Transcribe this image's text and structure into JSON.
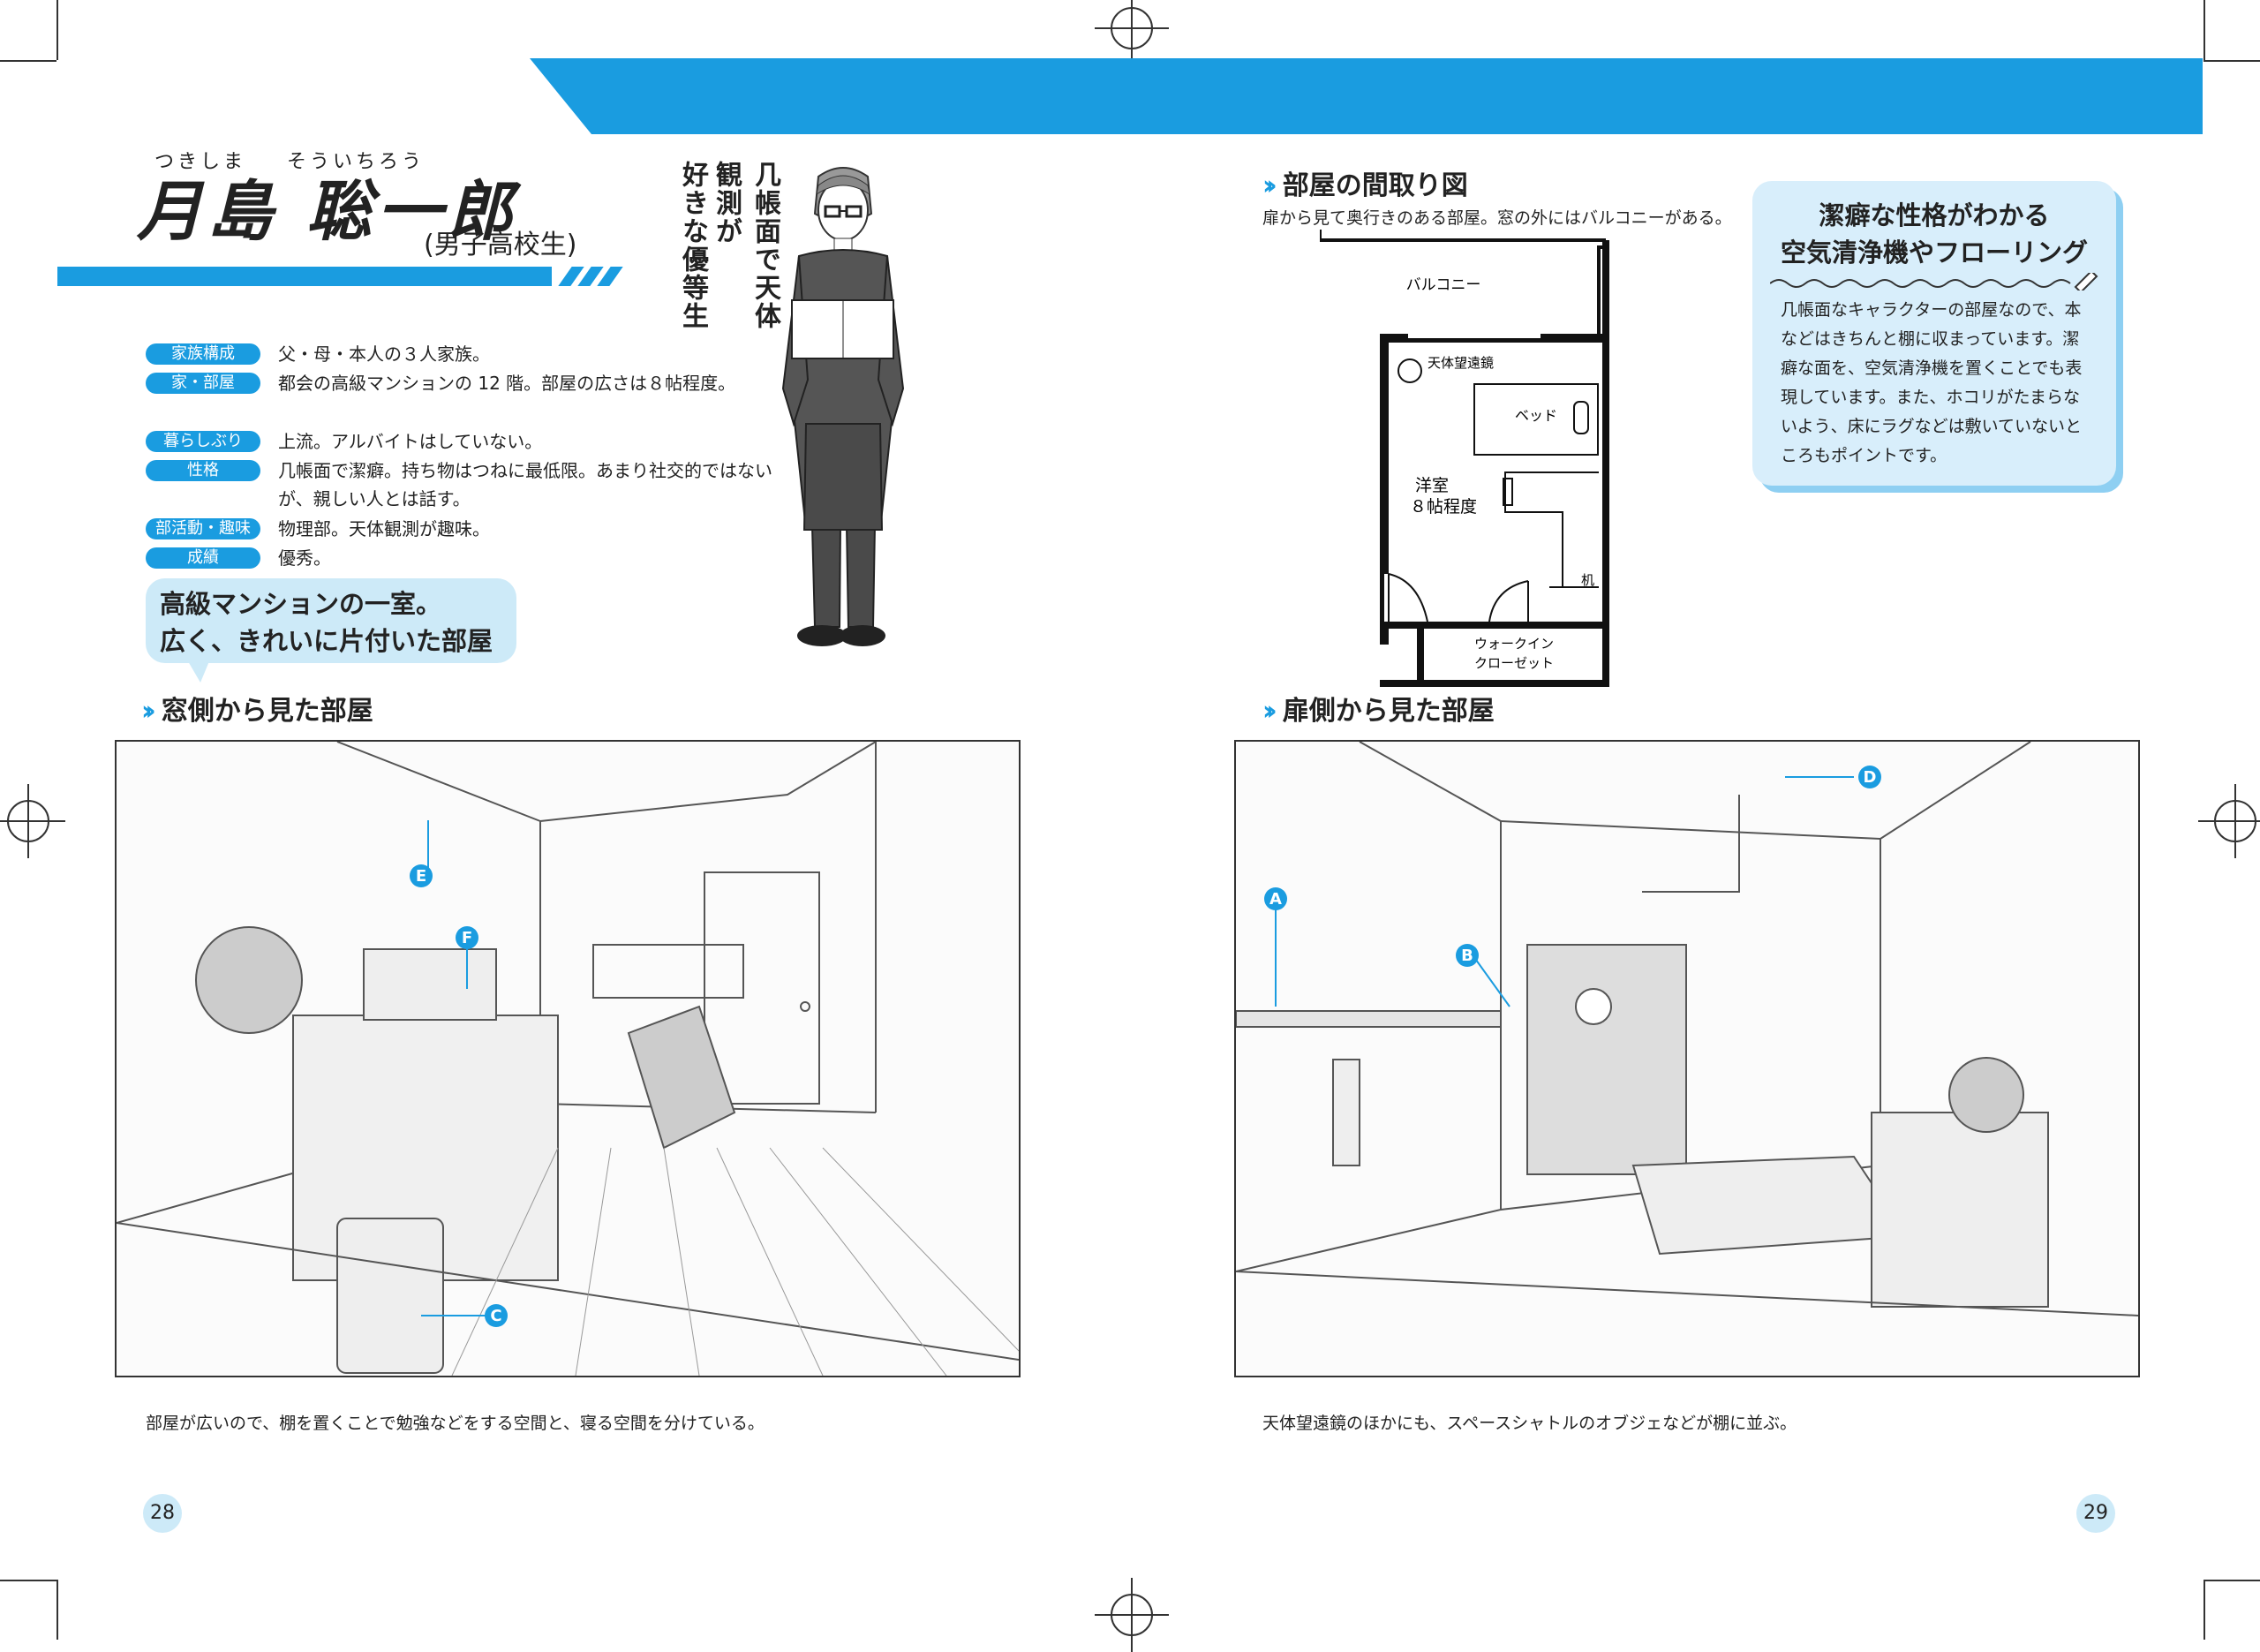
{
  "character": {
    "ruby_tsukishima": "つきしま",
    "ruby_souichirou": "そういちろう",
    "name": "月島 聡一郎",
    "role": "(男子高校生)",
    "tagline_col1": "几帳面で天体観測が",
    "tagline_col2": "好きな優等生"
  },
  "profile": [
    {
      "label": "家族構成",
      "value": "父・母・本人の３人家族。"
    },
    {
      "label": "家・部屋",
      "value": "都会の高級マンションの 12 階。部屋の広さは８帖程度。"
    },
    {
      "label": "暮らしぶり",
      "value": "上流。アルバイトはしていない。"
    },
    {
      "label": "性格",
      "value": "几帳面で潔癖。持ち物はつねに最低限。あまり社交的ではないが、親しい人とは話す。"
    },
    {
      "label": "部活動・趣味",
      "value": "物理部。天体観測が趣味。"
    },
    {
      "label": "成績",
      "value": "優秀。"
    }
  ],
  "bubble_left": {
    "line1": "高級マンションの一室。",
    "line2": "広く、きれいに片付いた部屋"
  },
  "sections": {
    "window_view": "窓側から見た部屋",
    "floor_plan": "部屋の間取り図",
    "door_view": "扉側から見た部屋"
  },
  "floor_plan": {
    "caption": "扉から見て奥行きのある部屋。窓の外にはバルコニーがある。",
    "balcony": "バルコニー",
    "telescope": "天体望遠鏡",
    "bed": "ベッド",
    "room_line1": "洋室",
    "room_line2": "８帖程度",
    "desk": "机",
    "closet_line1": "ウォークイン",
    "closet_line2": "クローゼット"
  },
  "tip": {
    "title_line1": "潔癖な性格がわかる",
    "title_line2": "空気清浄機やフローリング",
    "body": "几帳面なキャラクターの部屋なので、本などはきちんと棚に収まっています。潔癖な面を、空気清浄機を置くことでも表現しています。また、ホコリがたまらないよう、床にラグなどは敷いていないところもポイントです。"
  },
  "markers_left": [
    "E",
    "F",
    "C"
  ],
  "markers_right": [
    "A",
    "B",
    "D"
  ],
  "captions": {
    "left": "部屋が広いので、棚を置くことで勉強などをする空間と、寝る空間を分けている。",
    "right": "天体望遠鏡のほかにも、スペースシャトルのオブジェなどが棚に並ぶ。"
  },
  "pages": {
    "left": "28",
    "right": "29"
  },
  "colors": {
    "accent": "#1a9ce0",
    "light": "#cdeaf8"
  }
}
